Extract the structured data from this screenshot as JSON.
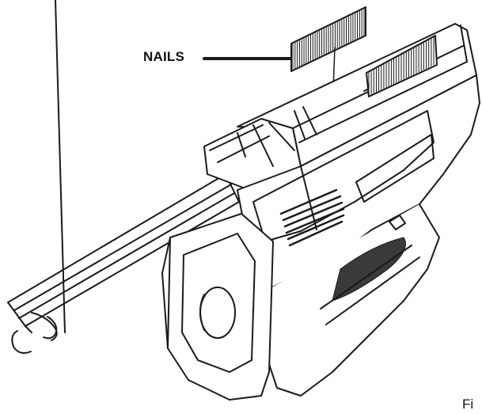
{
  "labels": {
    "nails": "NAILS",
    "figure": "Fi"
  },
  "colors": {
    "ink": "#1a1a1a",
    "paper": "#ffffff"
  },
  "parts": [
    "nail-strip",
    "magazine-channel",
    "pusher-rail",
    "tool-housing",
    "vent-slots",
    "trigger-grip",
    "end-cap"
  ]
}
